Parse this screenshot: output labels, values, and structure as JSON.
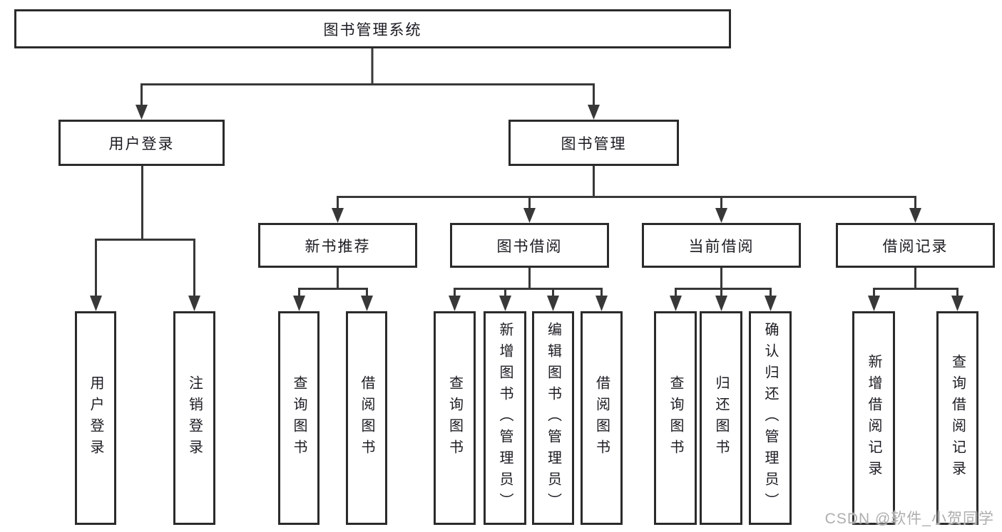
{
  "tree": {
    "root": "图书管理系统",
    "branches": [
      {
        "label": "用户登录",
        "children": [
          {
            "label": "用户登录"
          },
          {
            "label": "注销登录"
          }
        ]
      },
      {
        "label": "图书管理",
        "children": [
          {
            "label": "新书推荐",
            "children": [
              {
                "label": "查询图书"
              },
              {
                "label": "借阅图书"
              }
            ]
          },
          {
            "label": "图书借阅",
            "children": [
              {
                "label": "查询图书"
              },
              {
                "label": "新增图书（管理员）"
              },
              {
                "label": "编辑图书（管理员）"
              },
              {
                "label": "借阅图书"
              }
            ]
          },
          {
            "label": "当前借阅",
            "children": [
              {
                "label": "查询图书"
              },
              {
                "label": "归还图书"
              },
              {
                "label": "确认归还（管理员）"
              }
            ]
          },
          {
            "label": "借阅记录",
            "children": [
              {
                "label": "新增借阅记录"
              },
              {
                "label": "查询借阅记录"
              }
            ]
          }
        ]
      }
    ]
  },
  "watermark": "CSDN @软件_小贺同学",
  "colors": {
    "background": "#ffffff",
    "box_border": "#2b2b2b",
    "connector_line": "#383838",
    "text": "#1b1b22",
    "watermark_text": "#aeaeae"
  }
}
